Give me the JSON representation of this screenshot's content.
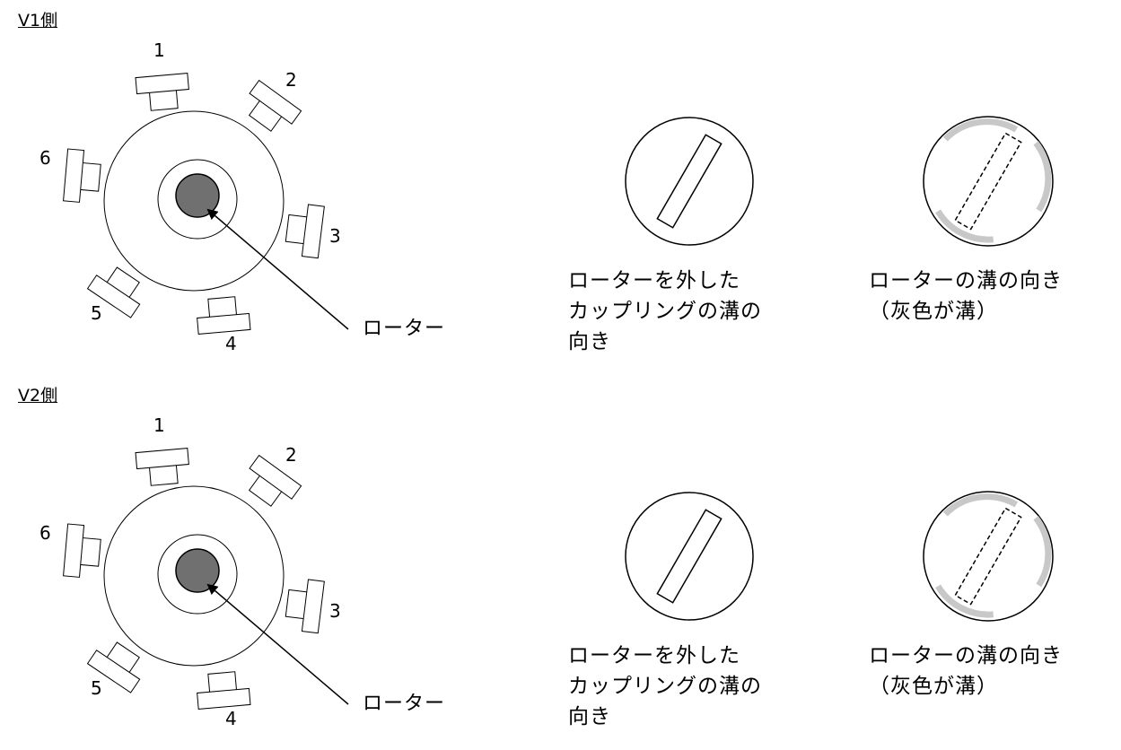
{
  "sections": [
    {
      "title": "V1側",
      "port_numbers": [
        "1",
        "2",
        "3",
        "4",
        "5",
        "6"
      ],
      "rotor_label": "ローター",
      "coupling_caption": [
        "ローターを外した",
        "カップリングの溝の",
        "向き"
      ],
      "rotor_groove_caption": [
        "ローターの溝の向き",
        "（灰色が溝）"
      ]
    },
    {
      "title": "V2側",
      "port_numbers": [
        "1",
        "2",
        "3",
        "4",
        "5",
        "6"
      ],
      "rotor_label": "ローター",
      "coupling_caption": [
        "ローターを外した",
        "カップリングの溝の",
        "向き"
      ],
      "rotor_groove_caption": [
        "ローターの溝の向き",
        "（灰色が溝）"
      ]
    }
  ],
  "colors": {
    "rotor_fill": "#707070",
    "groove_gray": "#c8c8c8",
    "line": "#000000"
  }
}
